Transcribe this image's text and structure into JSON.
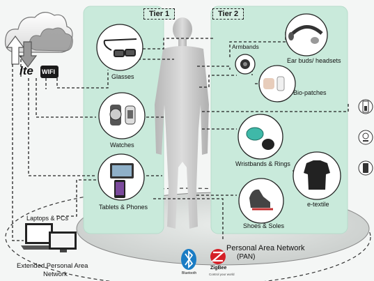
{
  "tiers": {
    "tier1": "Tier 1",
    "tier2": "Tier 2"
  },
  "network_icons": {
    "lte": "lte",
    "wifi": "WIFI"
  },
  "tier1_devices": [
    {
      "label": "Glasses",
      "icon": "glasses-icon"
    },
    {
      "label": "Watches",
      "icon": "watch-icon"
    },
    {
      "label": "Tablets & Phones",
      "icon": "tablet-phone-icon"
    }
  ],
  "tier2_devices": [
    {
      "label": "Armbands",
      "icon": "armband-icon"
    },
    {
      "label": "Ear buds/ headsets",
      "icon": "headset-icon"
    },
    {
      "label": "Bio-patches",
      "icon": "bio-patch-icon"
    },
    {
      "label": "Wristbands & Rings",
      "icon": "wristband-icon"
    },
    {
      "label": "e-textile",
      "icon": "shirt-icon"
    },
    {
      "label": "Shoes & Soles",
      "icon": "shoe-icon"
    }
  ],
  "laptops_label": "Laptops & PCs",
  "pan_label": {
    "line1": "Personal Area Network",
    "line2": "(PAN)"
  },
  "epan_label": {
    "line1": "Extended Personal Area",
    "line2": "Network"
  },
  "protocols": {
    "bluetooth": "Bluetooth",
    "zigbee": "ZigBee",
    "zigbee_tagline": "Control your world"
  },
  "right_icons": [
    "battery-icon",
    "webcam-icon",
    "tablet-icon"
  ],
  "colors": {
    "tier_panel": "#c9eadb",
    "lte_red": "#e32222",
    "bluetooth_blue": "#1a7cc4",
    "zigbee_red": "#d52027"
  }
}
